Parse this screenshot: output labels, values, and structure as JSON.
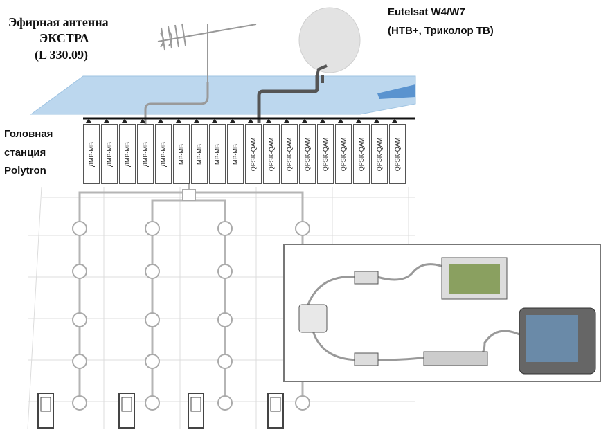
{
  "antenna": {
    "title": "Эфирная антенна",
    "subtitle": "ЭКСТРА",
    "code": "(L 330.09)"
  },
  "satellite": {
    "name": "Eutelsat W4/W7",
    "channels": "(НТВ+, Триколор ТВ)"
  },
  "headend": {
    "line1": "Головная",
    "line2": "станция",
    "line3": "Polytron"
  },
  "modules": [
    "ДМВ-МВ",
    "ДМВ-МВ",
    "ДМВ-МВ",
    "ДМВ-МВ",
    "ДМВ-МВ",
    "МВ-МВ",
    "МВ-МВ",
    "МВ-МВ",
    "МВ-МВ",
    "QPSK-QAM",
    "QPSK-QAM",
    "QPSK-QAM",
    "QPSK-QAM",
    "QPSK-QAM",
    "QPSK-QAM",
    "QPSK-QAM",
    "QPSK-QAM",
    "QPSK-QAM"
  ],
  "colors": {
    "roof": "#bcd7ee",
    "roof_edge": "#9ec3e2",
    "cable": "#b5b5b5",
    "building_grid": "#dcdcdc"
  }
}
